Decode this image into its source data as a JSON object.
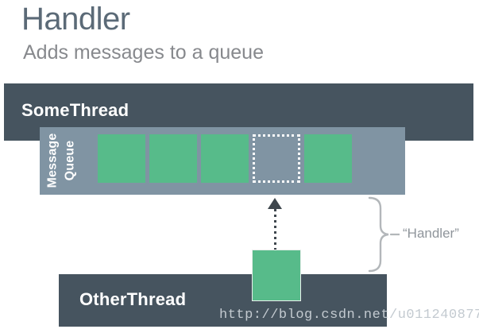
{
  "header": {
    "title": "Handler",
    "subtitle": "Adds messages to a queue"
  },
  "diagram": {
    "some_thread": {
      "label": "SomeThread"
    },
    "message_queue": {
      "label_line1": "Message",
      "label_line2": "Queue",
      "slots": [
        {
          "type": "message"
        },
        {
          "type": "message"
        },
        {
          "type": "message"
        },
        {
          "type": "placeholder"
        },
        {
          "type": "message"
        }
      ]
    },
    "incoming_message": {
      "type": "message",
      "from": "OtherThread"
    },
    "other_thread": {
      "label": "OtherThread"
    },
    "annotation": {
      "label": "“Handler”"
    },
    "colors": {
      "thread_bar": "#46545f",
      "queue_panel": "#8094a3",
      "message_green": "#57bb8a",
      "title_text": "#5b6a77",
      "annotation_text": "#8f959b"
    }
  },
  "watermark": {
    "text": "http://blog.csdn.net/u011240877"
  }
}
